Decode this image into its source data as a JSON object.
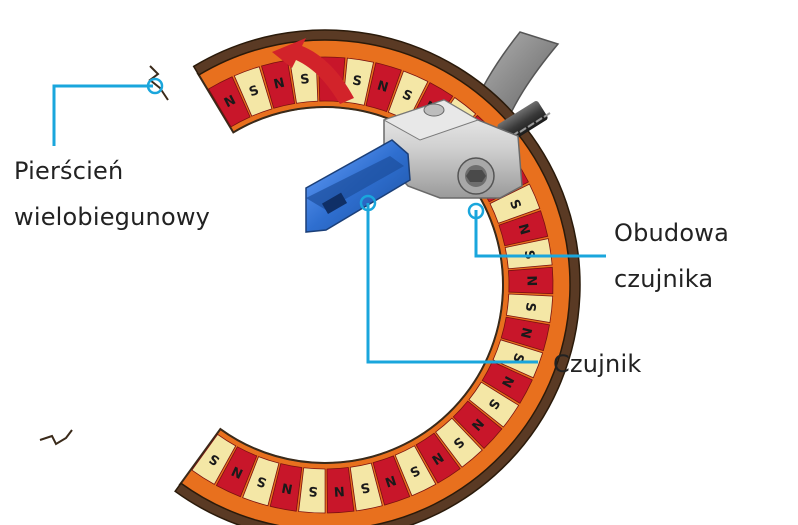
{
  "callouts": {
    "ring": {
      "line1": "Pierścień",
      "line2": "wielobiegunowy"
    },
    "housing": {
      "line1": "Obudowa",
      "line2": "czujnika"
    },
    "sensor": {
      "line1": "Czujnik"
    }
  },
  "pole_letters": {
    "north": "N",
    "south": "S"
  },
  "colors": {
    "callout_line": "#1aa6dc",
    "ring_orange": "#e8701e",
    "ring_dark": "#5a3a24",
    "pole_red": "#c8162a",
    "pole_cream": "#f4e7a6",
    "arrow_red": "#d2232a",
    "sensor_blue": "#2f6fd0",
    "cable_gray": "#8a8a8a",
    "housing_silver": "#d2d2d2"
  }
}
